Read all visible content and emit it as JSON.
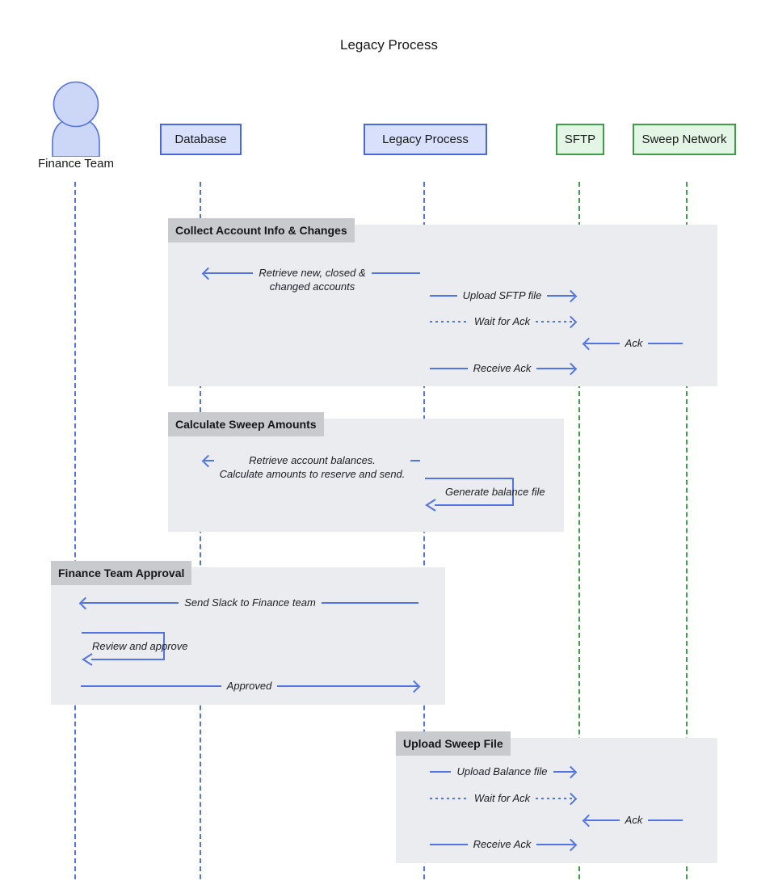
{
  "diagram": {
    "title": "Legacy Process",
    "actors": [
      {
        "label": "Finance Team",
        "kind": "person",
        "theme": "blue"
      },
      {
        "label": "Database",
        "kind": "participant",
        "theme": "blue"
      },
      {
        "label": "Legacy Process",
        "kind": "participant",
        "theme": "blue"
      },
      {
        "label": "SFTP",
        "kind": "participant",
        "theme": "green"
      },
      {
        "label": "Sweep Network",
        "kind": "participant",
        "theme": "green"
      }
    ],
    "colors": {
      "blue_stroke": "#4a68da",
      "blue_line": "#5273e2",
      "blue_fill": "#d8e0fb",
      "person_fill": "#ccd6f7",
      "green_stroke": "#3f9d45",
      "green_fill": "#e3f5e4",
      "section_bg": "#ebecf0",
      "section_label_bg": "#c9cace"
    },
    "sections": [
      {
        "label": "Collect Account Info & Changes",
        "messages": [
          {
            "text": "Retrieve new, closed &",
            "text2": "changed accounts",
            "from": "Legacy Process",
            "to": "Database",
            "style": "solid",
            "direction": "left"
          },
          {
            "text": "Upload SFTP file",
            "from": "Legacy Process",
            "to": "SFTP",
            "style": "solid",
            "direction": "right"
          },
          {
            "text": "Wait for Ack",
            "from": "Legacy Process",
            "to": "SFTP",
            "style": "dotted",
            "direction": "right"
          },
          {
            "text": "Ack",
            "from": "Sweep Network",
            "to": "SFTP",
            "style": "solid",
            "direction": "left"
          },
          {
            "text": "Receive Ack",
            "from": "Legacy Process",
            "to": "SFTP",
            "style": "solid",
            "direction": "right"
          }
        ]
      },
      {
        "label": "Calculate Sweep Amounts",
        "messages": [
          {
            "text": "Retrieve account balances.",
            "text2": "Calculate amounts to reserve and send.",
            "from": "Legacy Process",
            "to": "Database",
            "style": "solid",
            "direction": "left"
          },
          {
            "text": "Generate balance file",
            "from": "Legacy Process",
            "to": "Legacy Process",
            "style": "self"
          }
        ]
      },
      {
        "label": "Finance Team Approval",
        "messages": [
          {
            "text": "Send Slack to Finance team",
            "from": "Legacy Process",
            "to": "Finance Team",
            "style": "solid",
            "direction": "left"
          },
          {
            "text": "Review and approve",
            "from": "Finance Team",
            "to": "Finance Team",
            "style": "self"
          },
          {
            "text": "Approved",
            "from": "Finance Team",
            "to": "Legacy Process",
            "style": "solid",
            "direction": "right"
          }
        ]
      },
      {
        "label": "Upload Sweep File",
        "messages": [
          {
            "text": "Upload Balance file",
            "from": "Legacy Process",
            "to": "SFTP",
            "style": "solid",
            "direction": "right"
          },
          {
            "text": "Wait for Ack",
            "from": "Legacy Process",
            "to": "SFTP",
            "style": "dotted",
            "direction": "right"
          },
          {
            "text": "Ack",
            "from": "Sweep Network",
            "to": "SFTP",
            "style": "solid",
            "direction": "left"
          },
          {
            "text": "Receive Ack",
            "from": "Legacy Process",
            "to": "SFTP",
            "style": "solid",
            "direction": "right"
          }
        ]
      }
    ]
  }
}
